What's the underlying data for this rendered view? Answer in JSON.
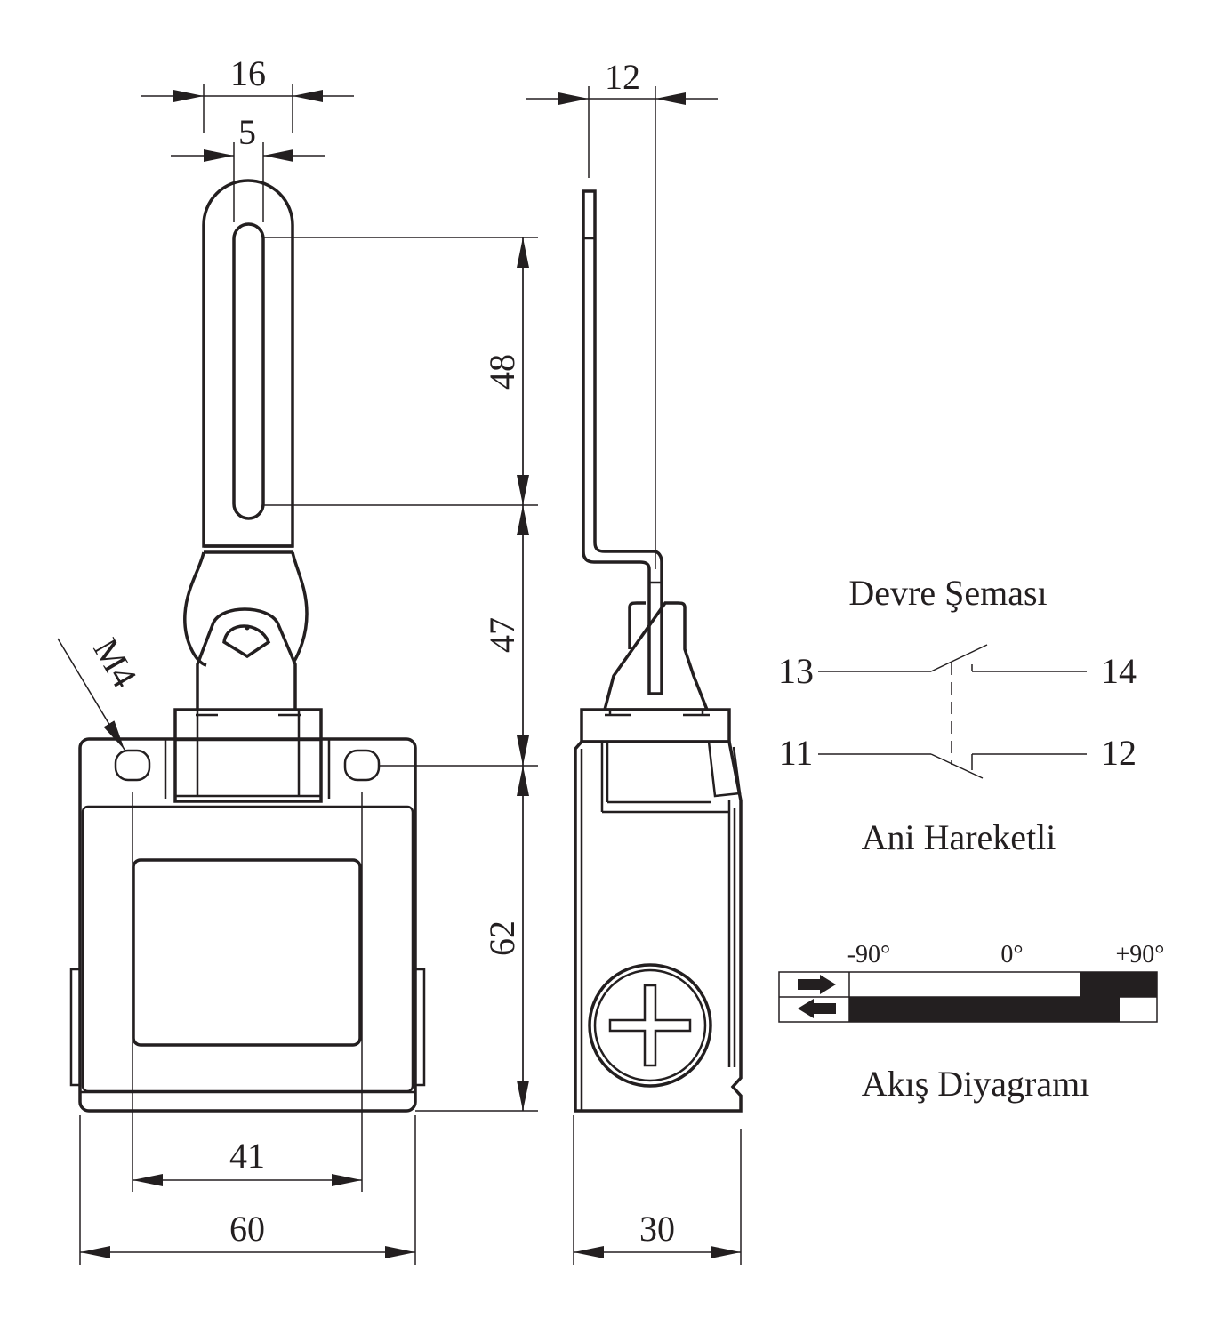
{
  "front_view": {
    "dim_top_width": "16",
    "dim_slot_width": "5",
    "dim_hole_label": "M4",
    "dim_mount_spacing": "41",
    "dim_body_width": "60"
  },
  "side_view": {
    "dim_lever_offset": "12",
    "dim_body_depth": "30"
  },
  "vertical_dims": {
    "slot_length": "48",
    "actuator_height": "47",
    "body_height": "62"
  },
  "circuit": {
    "title": "Devre Şeması",
    "subtitle": "Ani Hareketli",
    "terminals": {
      "t13": "13",
      "t14": "14",
      "t11": "11",
      "t12": "12"
    }
  },
  "flow": {
    "title": "Akış Diyagramı",
    "angle_left": "-90°",
    "angle_mid": "0°",
    "angle_right": "+90°"
  },
  "colors": {
    "ink": "#231f20",
    "background": "#ffffff"
  }
}
